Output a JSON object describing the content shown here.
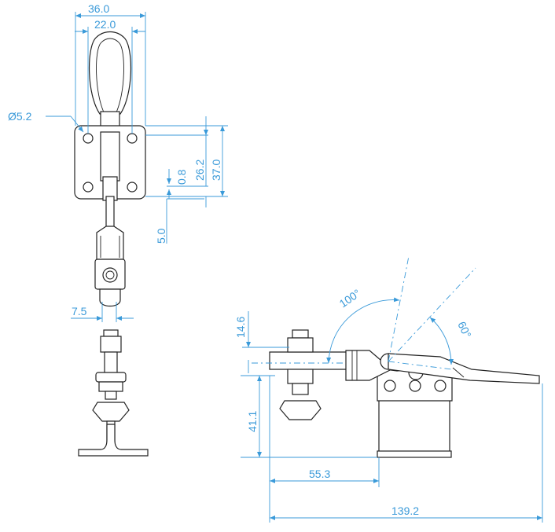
{
  "dimensions": {
    "top_width_outer": "36.0",
    "top_width_inner": "22.0",
    "hole_diameter": "Ø5.2",
    "height_26_2": "26.2",
    "height_37_0": "37.0",
    "offset_0_8": "0.8",
    "offset_5_0": "5.0",
    "pin_7_5": "7.5",
    "angle_100": "100°",
    "angle_60": "60°",
    "height_14_6": "14.6",
    "height_41_1": "41.1",
    "length_55_3": "55.3",
    "length_139_2": "139.2"
  },
  "colors": {
    "dimension": "#3a9ad9",
    "part_outline": "#222222",
    "background": "#ffffff"
  }
}
